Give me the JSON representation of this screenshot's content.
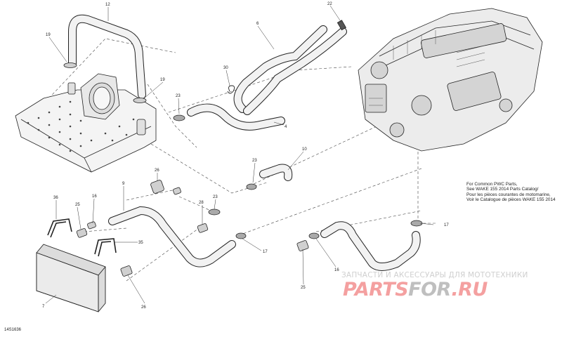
{
  "callouts": {
    "c12": "12",
    "c19a": "19",
    "c19b": "19",
    "c6": "6",
    "c22": "22",
    "c30": "30",
    "c23a": "23",
    "c4": "4",
    "c10": "10",
    "c23b": "23",
    "c9": "9",
    "c26a": "26",
    "c36": "36",
    "c16a": "16",
    "c25a": "25",
    "c28": "28",
    "c23c": "23",
    "c35": "35",
    "c17a": "17",
    "c17b": "17",
    "c16b": "16",
    "c25b": "25",
    "c7": "7",
    "c26b": "26"
  },
  "note": {
    "line1": "For Common PWC Parts,",
    "line2": "See WAKE 155 2014 Parts Catalog/",
    "line3": "Pour les pièces courantes de motomarine,",
    "line4": "Voir le Catalogue de pièces WAKE 155 2014"
  },
  "drawing_number": "14S1636",
  "watermark": {
    "tagline": "ЗАПЧАСТИ И АКСЕССУАРЫ ДЛЯ МОТОТЕХНИКИ",
    "logo_a": "PARTS",
    "logo_b": "FOR",
    "logo_c": ".RU"
  }
}
